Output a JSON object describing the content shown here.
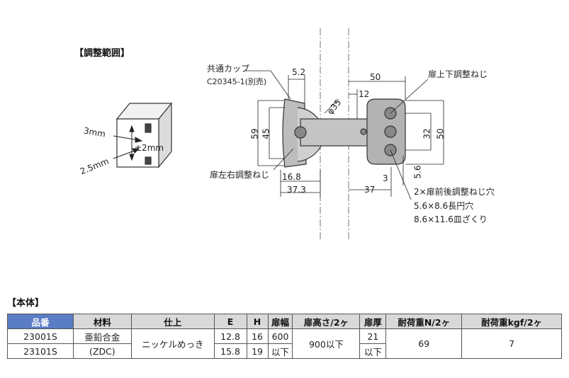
{
  "adjust_section": {
    "title": "【調整範囲】",
    "label_3mm": "3mm",
    "label_pm2mm": "±2mm",
    "label_25mm": "2.5mm"
  },
  "drawing": {
    "common_cup": "共通カップ",
    "cup_part": "C20345-1(別売)",
    "door_lr_screw": "扉左右調整ねじ",
    "door_ud_screw": "扉上下調整ねじ",
    "door_fb_screw": "2×扉前後調整ねじ穴",
    "slot_hole": "5.6×8.6長円穴",
    "counterbore": "8.6×11.6皿ざくり",
    "dims": {
      "d_52": "5.2",
      "d_50_top": "50",
      "d_12": "12",
      "d_phi35": "φ35",
      "d_59": "59",
      "d_45": "45",
      "d_32": "32",
      "d_50_right": "50",
      "d_56": "5.6",
      "d_168": "16.8",
      "d_373": "37.3",
      "d_3": "3",
      "d_37": "37"
    }
  },
  "body_section": {
    "title": "【本体】"
  },
  "spec_table": {
    "headers": [
      "品番",
      "材料",
      "仕上",
      "E",
      "H",
      "扉幅",
      "扉高さ/2ヶ",
      "扉厚",
      "耐荷重N/2ヶ",
      "耐荷重kgf/2ヶ"
    ],
    "rows": [
      {
        "part_no": "23001S",
        "material": "亜鉛合金",
        "E": "12.8",
        "H": "16"
      },
      {
        "part_no": "23101S",
        "material": "(ZDC)",
        "E": "15.8",
        "H": "19"
      }
    ],
    "finish": "ニッケルめっき",
    "door_width_1": "600",
    "door_width_2": "以下",
    "door_height": "900以下",
    "door_thick_1": "21",
    "door_thick_2": "以下",
    "load_n": "69",
    "load_kgf": "7"
  }
}
